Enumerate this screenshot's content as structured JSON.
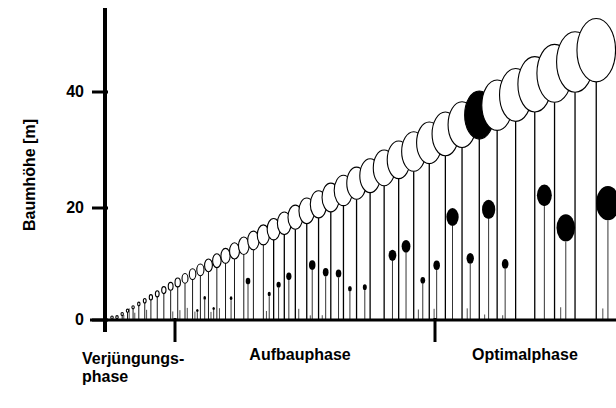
{
  "diagram": {
    "labels": [
      "Baumhöhe [m]",
      "40",
      "20",
      "0",
      "Verjüngungs- phase",
      "Aufbauphase",
      "Optimalphase"
    ]
  }
}
